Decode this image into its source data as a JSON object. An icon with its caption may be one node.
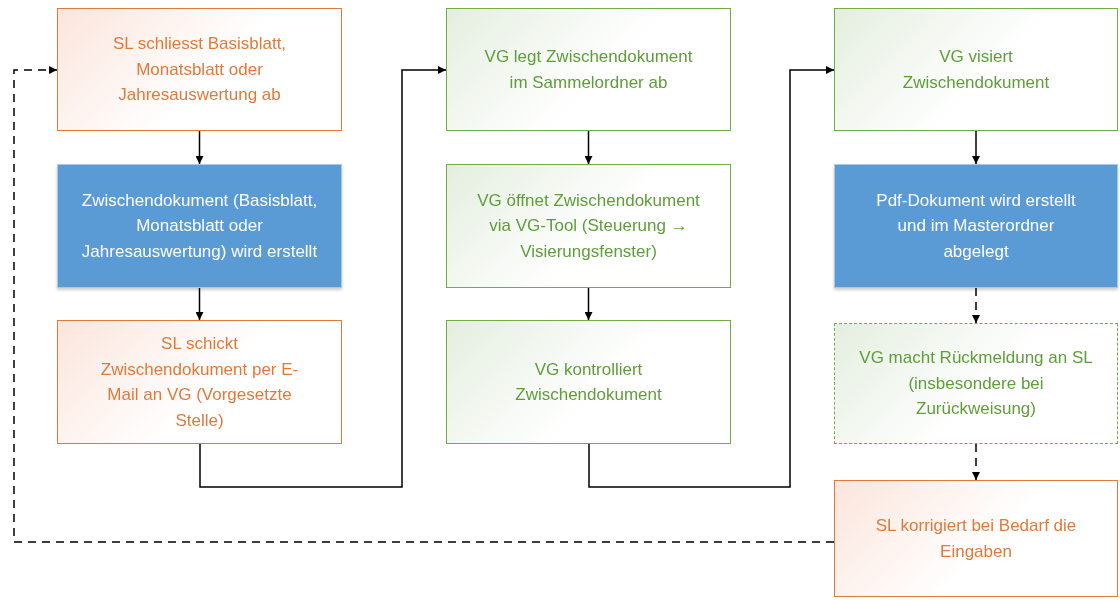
{
  "diagram": {
    "nodes": [
      {
        "text": [
          "SL schliesst Basisblatt, Monatsblatt oder Jahresauswertung ab"
        ]
      },
      {
        "text": [
          "Zwischendokument (Basisblatt, Monatsblatt oder Jahresauswertung) wird erstellt"
        ]
      },
      {
        "text": [
          "SL schickt Zwischendokument per E-Mail an VG (Vorgesetzte Stelle)"
        ]
      },
      {
        "text": [
          "VG legt Zwischendokument im Sammelordner ab"
        ]
      },
      {
        "text": [
          "VG öffnet Zwischendokument via VG-Tool (Steuerung → Visierungsfenster)"
        ]
      },
      {
        "text": [
          "VG kontrolliert Zwischendokument"
        ]
      },
      {
        "text": [
          "VG visiert Zwischendokument"
        ]
      },
      {
        "text": [
          "Pdf-Dokument wird erstellt und im Masterordner abgelegt"
        ]
      },
      {
        "text": [
          "VG macht Rückmeldung an SL (insbesondere bei Zurückweisung)"
        ]
      },
      {
        "text": [
          "SL korrigiert bei Bedarf die Eingaben"
        ]
      }
    ],
    "edges": [
      {
        "from": 0,
        "to": 1,
        "arrow": "to"
      },
      {
        "from": 1,
        "to": 2,
        "arrow": "to"
      },
      {
        "from": 2,
        "to": 3,
        "arrow": "to"
      },
      {
        "from": 3,
        "to": 4,
        "arrow": "to"
      },
      {
        "from": 4,
        "to": 5,
        "arrow": "to"
      },
      {
        "from": 5,
        "to": 6,
        "arrow": "to"
      },
      {
        "from": 6,
        "to": 7,
        "arrow": "to"
      },
      {
        "from": 7,
        "to": 8,
        "arrow": "to",
        "style": "dashed"
      },
      {
        "from": 8,
        "to": 9,
        "arrow": "to",
        "style": "dashed"
      },
      {
        "from": 9,
        "to": 0,
        "arrow": "to",
        "style": "dashed"
      }
    ]
  }
}
